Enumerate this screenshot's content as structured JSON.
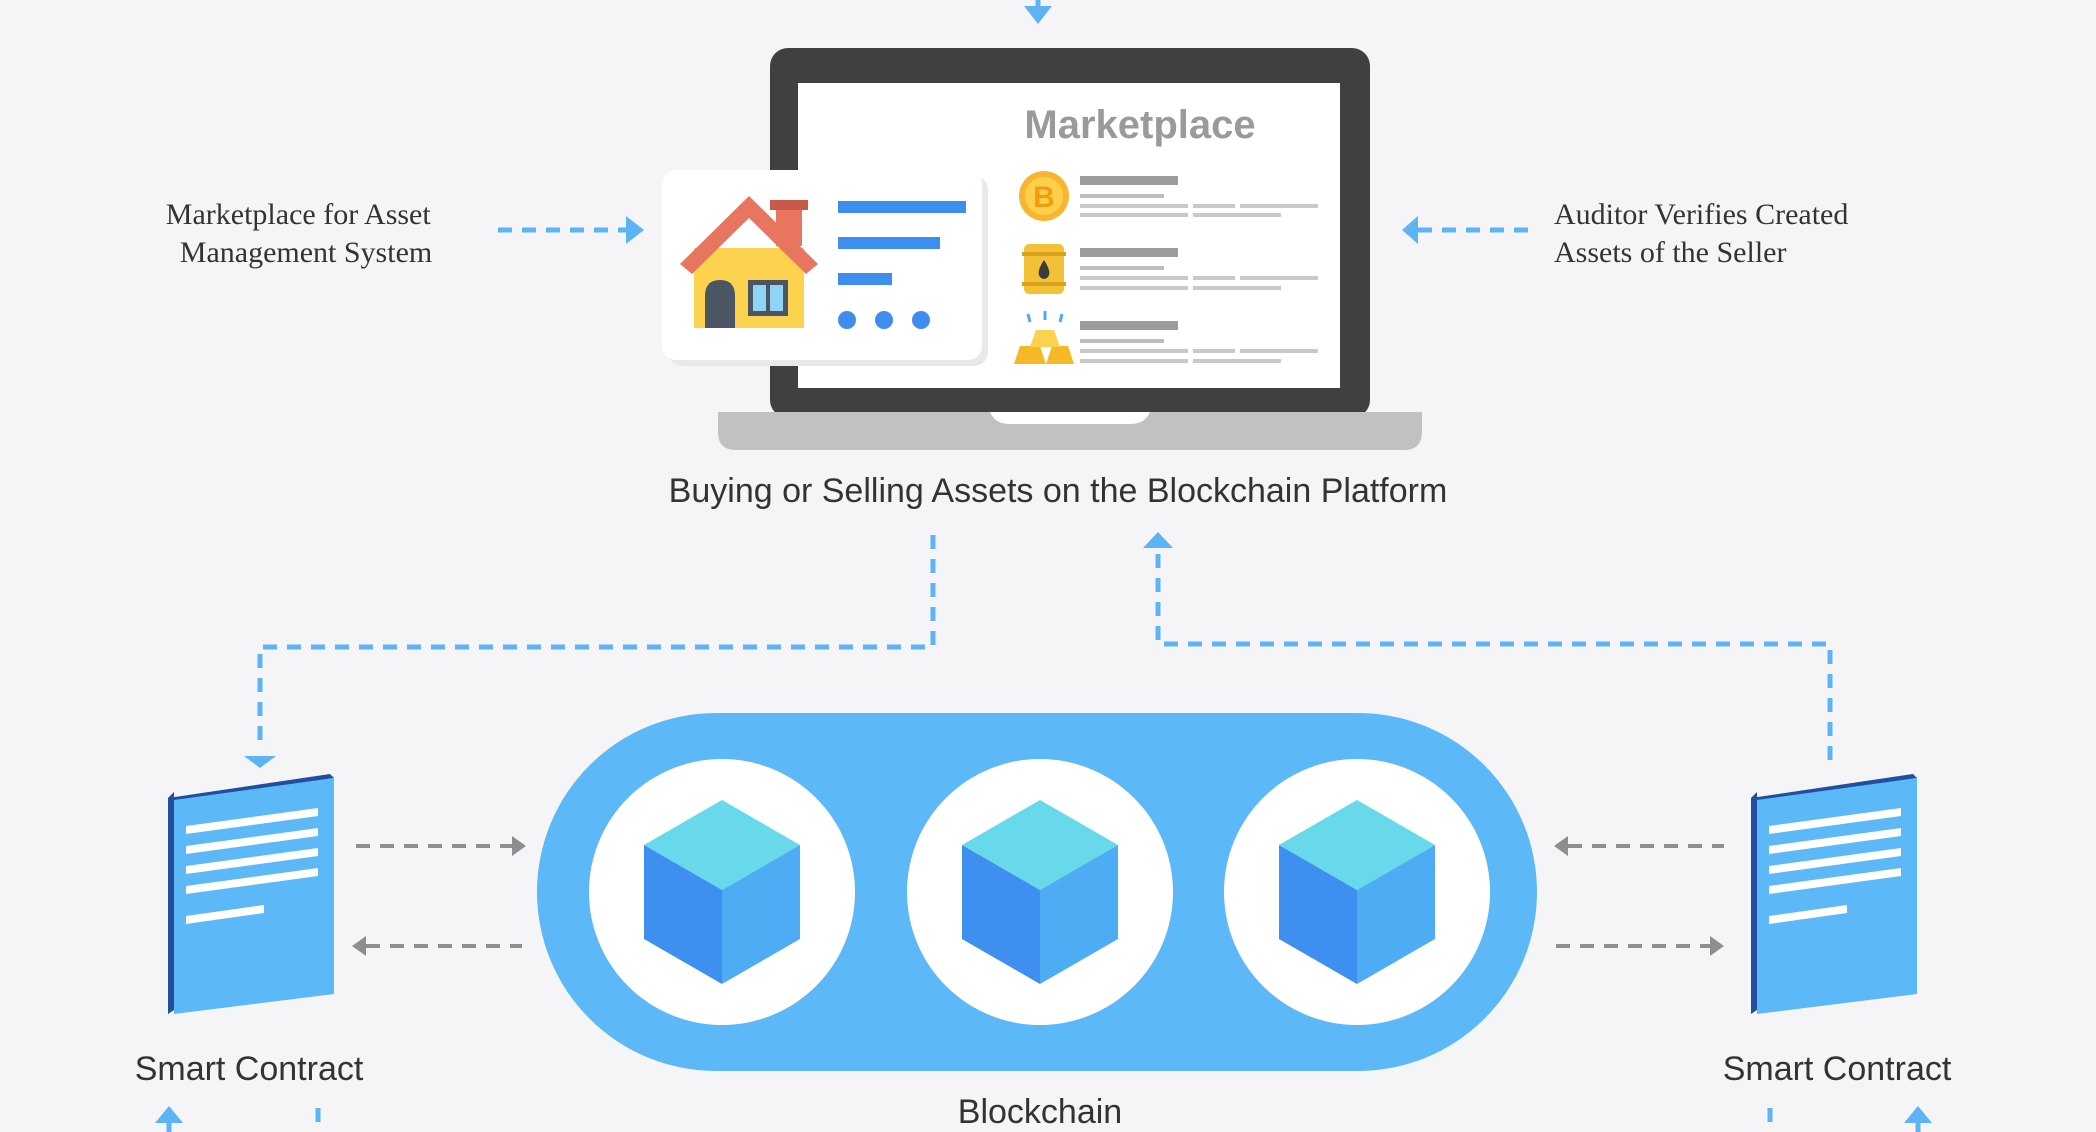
{
  "diagram": {
    "marketplace_screen_title": "Marketplace",
    "label_left": [
      "Marketplace for Asset",
      "Management System"
    ],
    "label_right": [
      "Auditor Verifies Created",
      "Assets of the Seller"
    ],
    "platform_caption": "Buying or Selling Assets on the Blockchain Platform",
    "smart_contract_left": "Smart Contract",
    "smart_contract_right": "Smart Contract",
    "blockchain_caption": "Blockchain",
    "bitcoin_symbol": "B"
  },
  "icons": {
    "house": "house-icon",
    "bitcoin": "bitcoin-icon",
    "oil_barrel": "oil-barrel-icon",
    "gold_bars": "gold-bars-icon",
    "document": "document-icon",
    "cube": "cube-icon"
  },
  "colors": {
    "background": "#f5f5f7",
    "arrow_blue": "#5db4f5",
    "arrow_grey": "#8e8e8e",
    "blockchain_pill": "#5cb8f7",
    "cube_top": "#67d9ea",
    "cube_left": "#3f8ff1",
    "cube_right": "#4dacf4",
    "laptop_frame": "#404042",
    "laptop_base": "#c1c1c3",
    "text": "#333333"
  }
}
